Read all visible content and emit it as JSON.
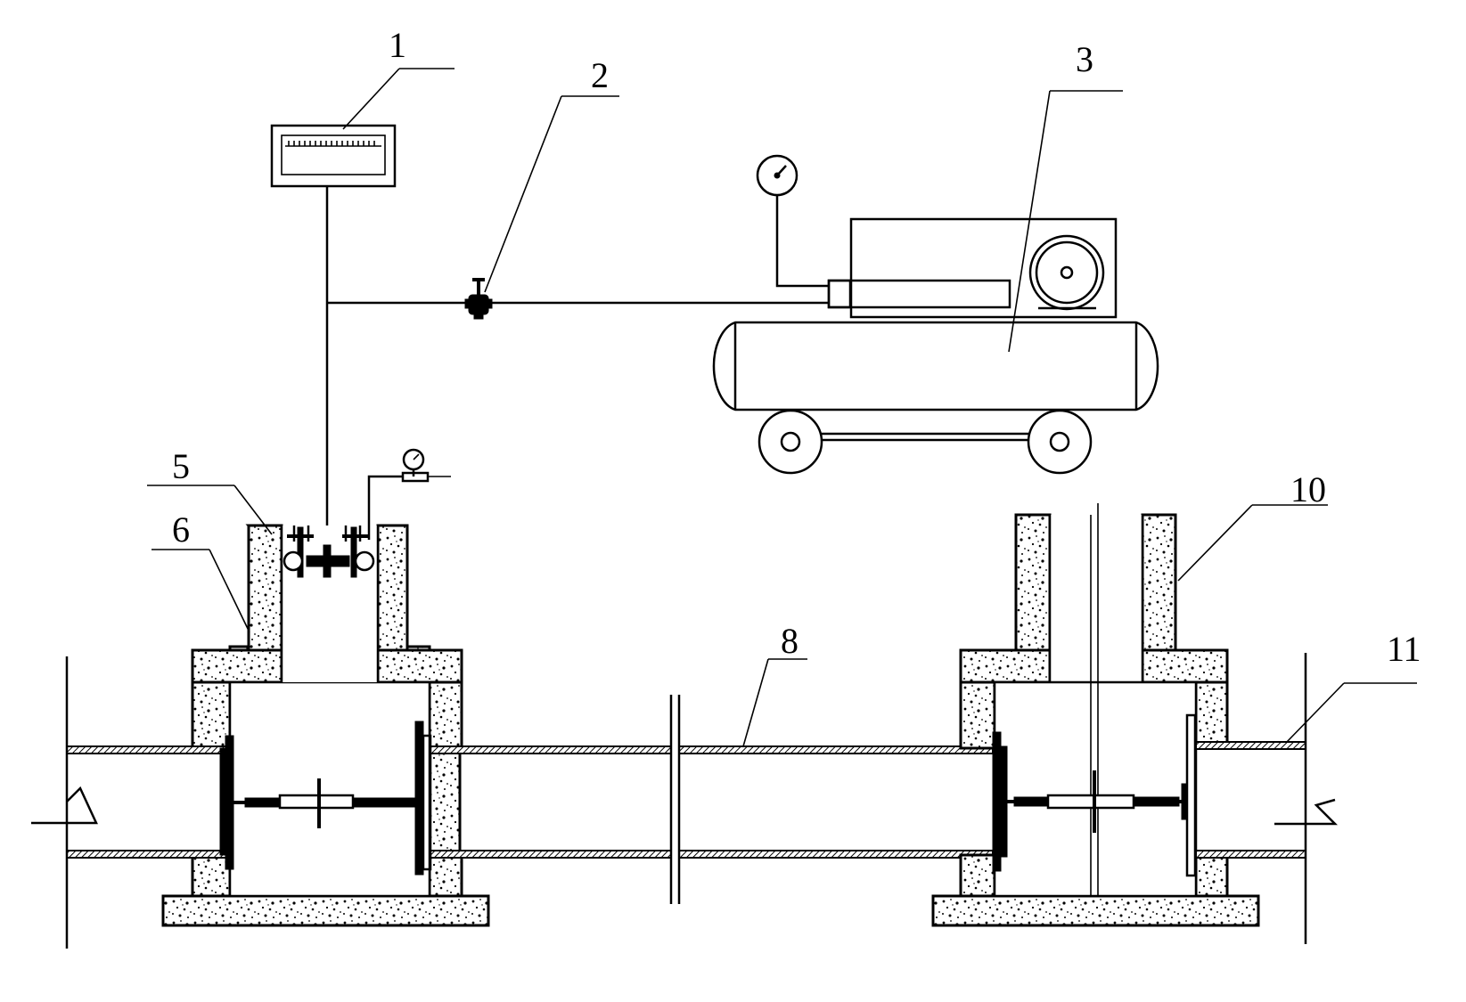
{
  "labels": {
    "l1": "1",
    "l2": "2",
    "l3": "3",
    "l5": "5",
    "l6": "6",
    "l8": "8",
    "l10": "10",
    "l11": "11"
  }
}
